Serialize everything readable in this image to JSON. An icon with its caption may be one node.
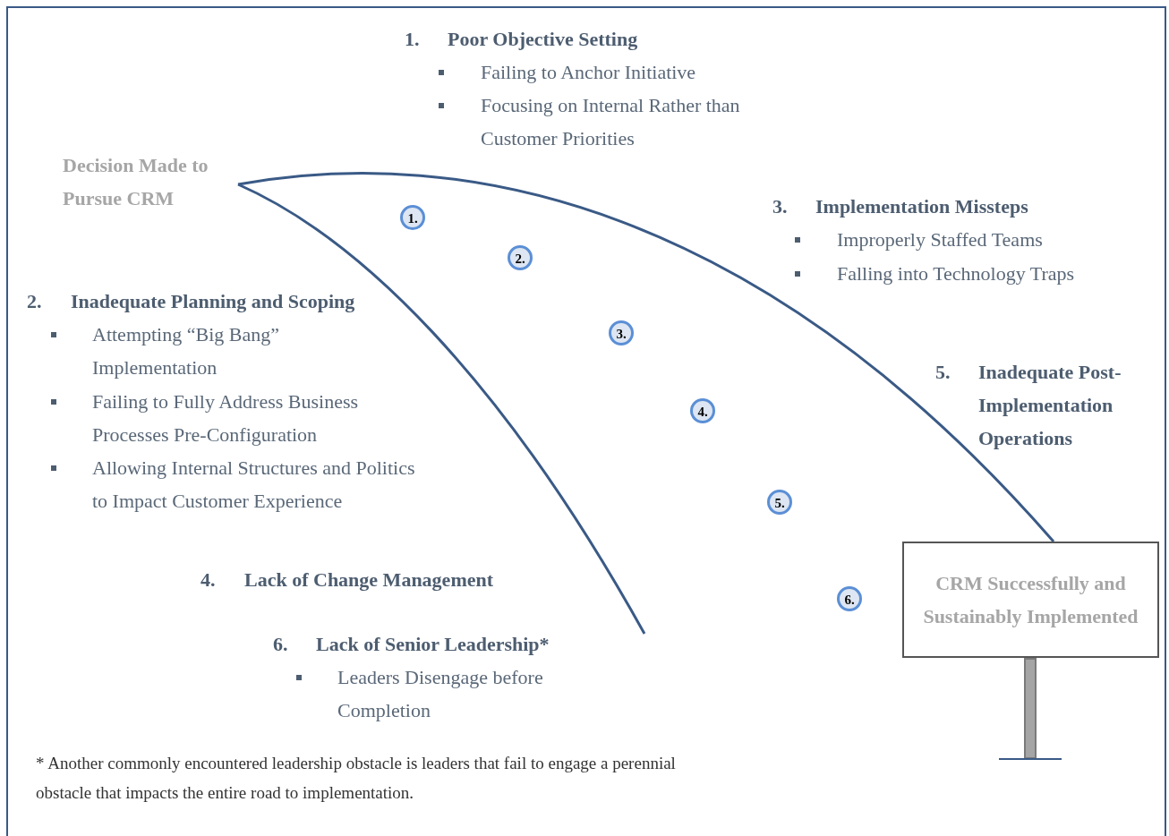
{
  "diagram": {
    "nodes": [
      {
        "text": [
          "Decision Made to Pursue CRM"
        ]
      },
      {
        "text": [
          "CRM Successfully and Sustainably Implemented"
        ]
      },
      {
        "text": [
          "1."
        ]
      },
      {
        "text": [
          "2."
        ]
      },
      {
        "text": [
          "3."
        ]
      },
      {
        "text": [
          "4."
        ]
      },
      {
        "text": [
          "5."
        ]
      },
      {
        "text": [
          "6."
        ]
      }
    ],
    "edges": [
      {
        "from": 0,
        "to": 1,
        "arrow": "none"
      },
      {
        "from": 0,
        "to": null,
        "arrow": "none"
      }
    ],
    "labels": [
      "1.",
      "Poor Objective Setting",
      "Failing to Anchor Initiative",
      "Focusing on Internal Rather than Customer Priorities",
      "3.",
      "Implementation Missteps",
      "Improperly Staffed Teams",
      "Falling into Technology Traps",
      "2.",
      "Inadequate Planning and Scoping",
      "Attempting “Big Bang” Implementation",
      "Failing to Fully Address Business Processes Pre-Configuration",
      "Allowing Internal Structures and Politics to Impact Customer Experience",
      "5.",
      "Inadequate Post-Implementation Operations",
      "4.",
      "Lack of Change Management",
      "6.",
      "Lack of Senior Leadership*",
      "Leaders Disengage before Completion",
      "* Another commonly encountered leadership obstacle is leaders that fail to engage a perennial obstacle that impacts the entire road to implementation."
    ]
  }
}
